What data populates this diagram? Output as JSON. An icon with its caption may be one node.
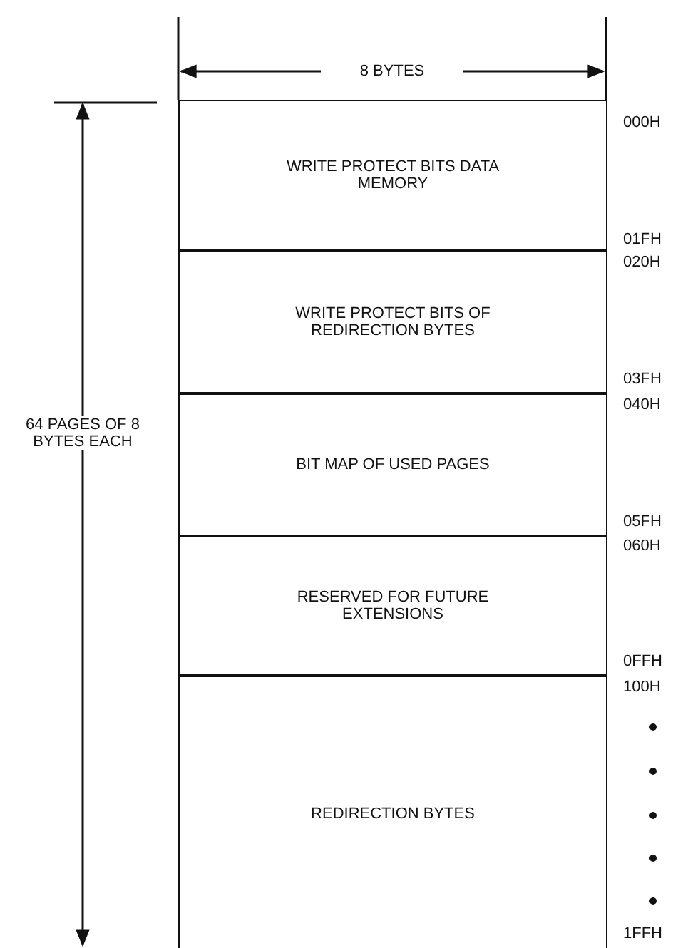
{
  "diagram": {
    "nodes": [
      {
        "text": [
          "WRITE PROTECT BITS DATA MEMORY"
        ]
      },
      {
        "text": [
          "WRITE PROTECT BITS OF REDIRECTION BYTES"
        ]
      },
      {
        "text": [
          "BIT MAP OF USED PAGES"
        ]
      },
      {
        "text": [
          "RESERVED FOR FUTURE EXTENSIONS"
        ]
      },
      {
        "text": [
          "REDIRECTION BYTES"
        ]
      }
    ],
    "edges": [],
    "labels": [
      "8 BYTES",
      "64 PAGES OF 8 BYTES EACH",
      "000H",
      "01FH",
      "020H",
      "03FH",
      "040H",
      "05FH",
      "060H",
      "0FFH",
      "100H",
      "1FFH"
    ]
  }
}
